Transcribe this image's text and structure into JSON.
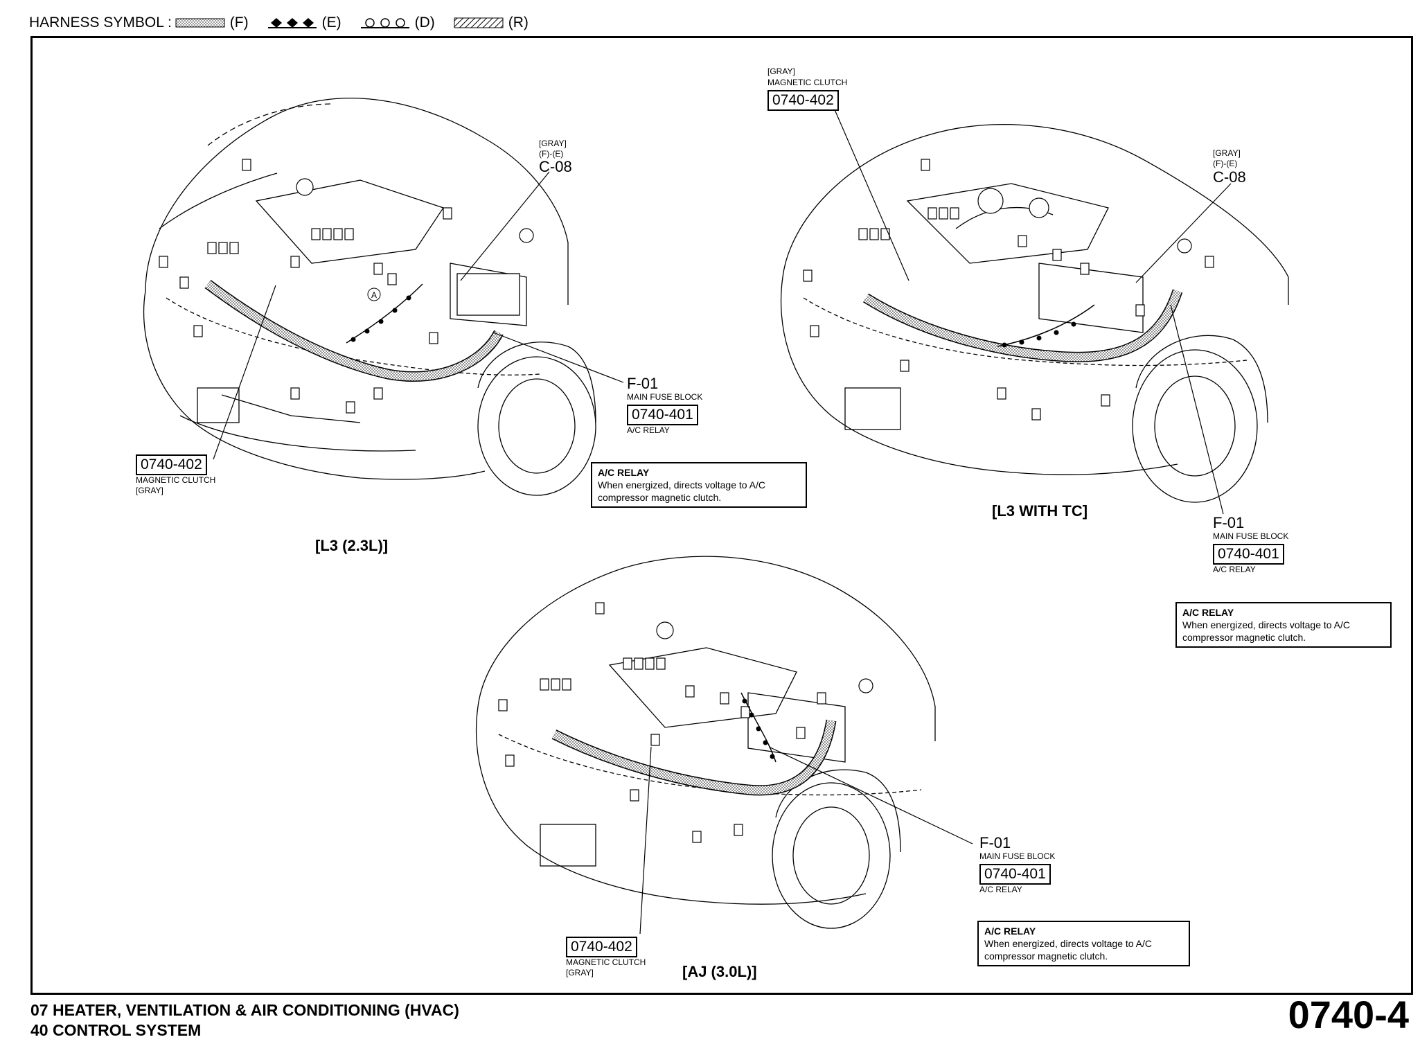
{
  "legend": {
    "prefix": "HARNESS SYMBOL :",
    "items": [
      {
        "label": "(F)",
        "style": "stipple"
      },
      {
        "label": "(E)",
        "style": "diamonds"
      },
      {
        "label": "(D)",
        "style": "circles"
      },
      {
        "label": "(R)",
        "style": "hatch"
      }
    ]
  },
  "views": {
    "l3": {
      "title": "[L3 (2.3L)]",
      "c08": {
        "tag": "[GRAY]",
        "sub": "(F)-(E)",
        "code": "C-08"
      },
      "f01": {
        "code": "F-01",
        "name": "MAIN FUSE BLOCK",
        "ref": "0740-401",
        "item": "A/C RELAY"
      },
      "clutch": {
        "ref": "0740-402",
        "name": "MAGNETIC CLUTCH",
        "tag": "[GRAY]"
      },
      "note": {
        "title": "A/C RELAY",
        "text": "When energized, directs voltage to A/C compressor magnetic clutch."
      },
      "marker": "A"
    },
    "l3tc": {
      "title": "[L3 WITH TC]",
      "clutch": {
        "tag": "[GRAY]",
        "name": "MAGNETIC CLUTCH",
        "ref": "0740-402"
      },
      "c08": {
        "tag": "[GRAY]",
        "sub": "(F)-(E)",
        "code": "C-08"
      },
      "f01": {
        "code": "F-01",
        "name": "MAIN FUSE BLOCK",
        "ref": "0740-401",
        "item": "A/C RELAY"
      },
      "note": {
        "title": "A/C RELAY",
        "text": "When energized, directs voltage to A/C compressor magnetic clutch."
      }
    },
    "aj": {
      "title": "[AJ (3.0L)]",
      "f01": {
        "code": "F-01",
        "name": "MAIN FUSE BLOCK",
        "ref": "0740-401",
        "item": "A/C RELAY"
      },
      "clutch": {
        "ref": "0740-402",
        "name": "MAGNETIC CLUTCH",
        "tag": "[GRAY]"
      },
      "note": {
        "title": "A/C RELAY",
        "text": "When energized, directs voltage to A/C compressor magnetic clutch."
      }
    }
  },
  "footer": {
    "line1": "07  HEATER, VENTILATION & AIR CONDITIONING (HVAC)",
    "line2": "40  CONTROL SYSTEM"
  },
  "page_number": "0740-4"
}
